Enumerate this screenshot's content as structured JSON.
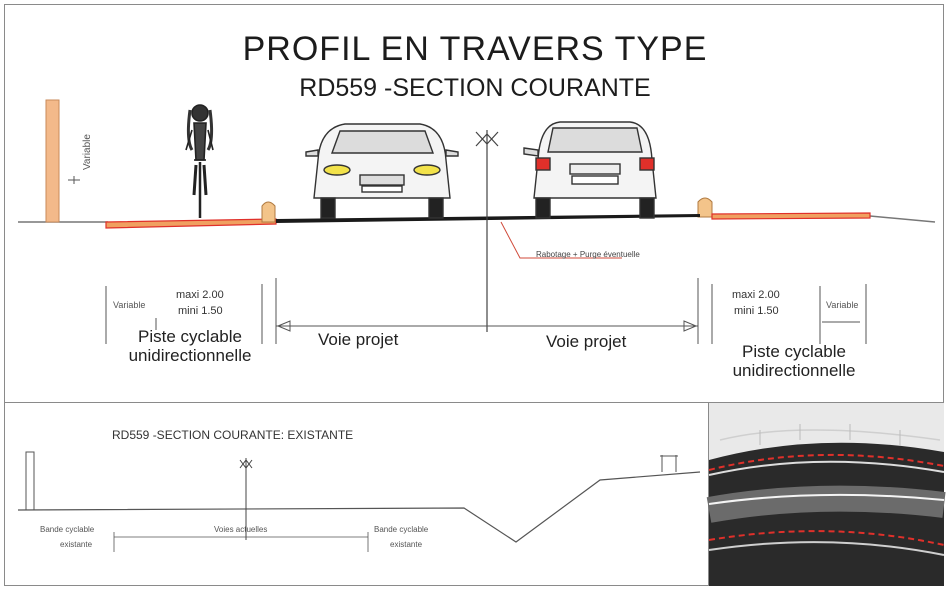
{
  "title": "PROFIL EN TRAVERS TYPE",
  "subtitle": "RD559 -SECTION COURANTE",
  "upper": {
    "variable_pole_label": "Variable",
    "road_note": "Rabotage + Purge éventuelle",
    "left_dims": {
      "max": "maxi 2.00",
      "min": "mini 1.50",
      "variable": "Variable"
    },
    "right_dims": {
      "max": "maxi 2.00",
      "min": "mini 1.50",
      "variable": "Variable"
    },
    "left_bike_lane_line1": "Piste cyclable",
    "left_bike_lane_line2": "unidirectionnelle",
    "lane_left": "Voie projet",
    "lane_right": "Voie projet",
    "right_bike_lane_line1": "Piste cyclable",
    "right_bike_lane_line2": "unidirectionnelle"
  },
  "lower": {
    "title": "RD559 -SECTION COURANTE: EXISTANTE",
    "left_lane_line1": "Bande cyclable",
    "left_lane_line2": "existante",
    "middle_lane": "Voies actuelles",
    "right_lane_line1": "Bande cyclable",
    "right_lane_line2": "existante"
  },
  "colors": {
    "bike_lane": "#f0a060",
    "bike_lane_edge": "#e0302a",
    "pole": "#f3b98a",
    "road": "#1a1a1a",
    "note_line": "#d04a3a"
  }
}
